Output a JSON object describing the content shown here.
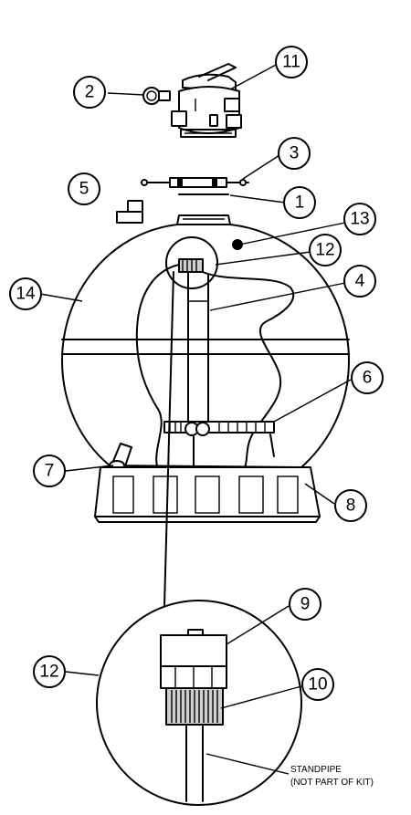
{
  "callouts": [
    {
      "id": "c2",
      "label": "2"
    },
    {
      "id": "c11",
      "label": "11"
    },
    {
      "id": "c3",
      "label": "3"
    },
    {
      "id": "c5",
      "label": "5"
    },
    {
      "id": "c1",
      "label": "1"
    },
    {
      "id": "c13",
      "label": "13"
    },
    {
      "id": "c12a",
      "label": "12"
    },
    {
      "id": "c14",
      "label": "14"
    },
    {
      "id": "c4",
      "label": "4"
    },
    {
      "id": "c6",
      "label": "6"
    },
    {
      "id": "c7",
      "label": "7"
    },
    {
      "id": "c8",
      "label": "8"
    },
    {
      "id": "c9",
      "label": "9"
    },
    {
      "id": "c12b",
      "label": "12"
    },
    {
      "id": "c10",
      "label": "10"
    }
  ],
  "note": {
    "line1": "STANDPIPE",
    "line2": "(NOT PART OF KIT)"
  }
}
